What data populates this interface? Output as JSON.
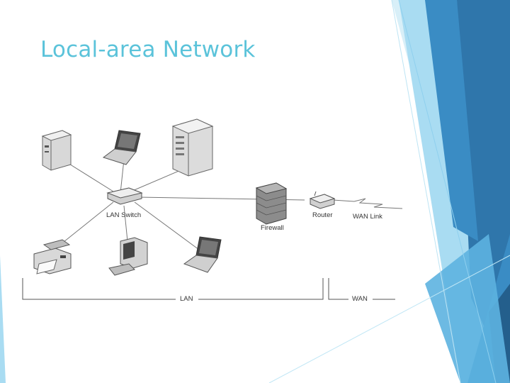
{
  "slide": {
    "title": "Local-area Network"
  },
  "diagram": {
    "labels": {
      "lan_switch": "LAN Switch",
      "firewall": "Firewall",
      "router": "Router",
      "wan_link": "WAN Link",
      "lan": "LAN",
      "wan": "WAN"
    },
    "icons": [
      "desktop-computer-icon",
      "laptop-icon",
      "server-tower-icon",
      "switch-icon",
      "printer-icon",
      "workstation-icon",
      "firewall-icon",
      "router-icon",
      "lightning-icon"
    ]
  },
  "theme": {
    "accent": "#5bc3da",
    "deco_dark": "#2a6a9a",
    "deco_mid": "#3a8cc4",
    "deco_light": "#7fcaea"
  }
}
